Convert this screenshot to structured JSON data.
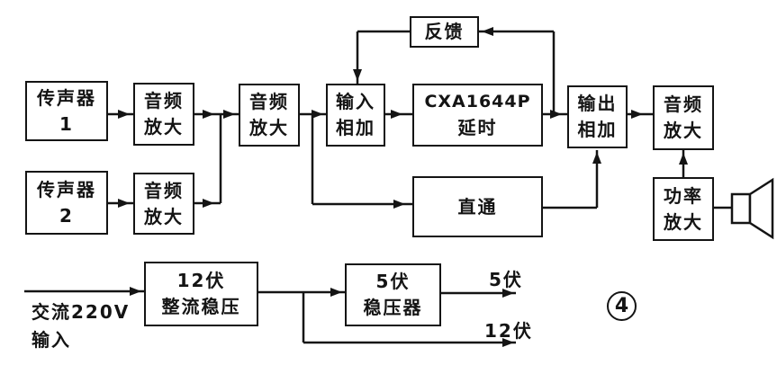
{
  "figure": {
    "number": "4"
  },
  "colors": {
    "ink": "#141414",
    "background": "#ffffff"
  },
  "blocks": {
    "mic1": {
      "line1": "传声器",
      "line2": "1"
    },
    "mic2": {
      "line1": "传声器",
      "line2": "2"
    },
    "amp1": {
      "line1": "音频",
      "line2": "放大"
    },
    "amp2": {
      "line1": "音频",
      "line2": "放大"
    },
    "amp3": {
      "line1": "音频",
      "line2": "放大"
    },
    "amp4": {
      "line1": "音频",
      "line2": "放大"
    },
    "input_adder": {
      "line1": "输入",
      "line2": "相加"
    },
    "delay": {
      "line1": "CXA1644P",
      "line2": "延时"
    },
    "output_adder": {
      "line1": "输出",
      "line2": "相加"
    },
    "feedback": {
      "line1": "反馈"
    },
    "bypass": {
      "line1": "直通"
    },
    "power_amp": {
      "line1": "功率",
      "line2": "放大"
    },
    "rectifier": {
      "line1": "12伏",
      "line2": "整流稳压"
    },
    "regulator": {
      "line1": "5伏",
      "line2": "稳压器"
    }
  },
  "labels": {
    "ac_input_line1": "交流220V",
    "ac_input_line2": "输入",
    "output_5v": "5伏",
    "output_12v": "12伏"
  }
}
